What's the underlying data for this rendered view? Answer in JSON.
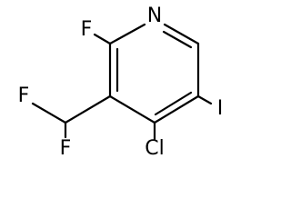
{
  "molecule": {
    "atoms": {
      "N": "N",
      "F_ring": "F",
      "F_top": "F",
      "F_bottom": "F",
      "Cl": "Cl",
      "I": "I"
    }
  }
}
